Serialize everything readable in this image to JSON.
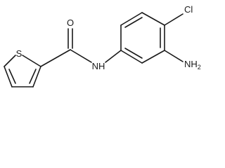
{
  "molecule": {
    "atoms": {
      "sulfur": "S",
      "oxygen": "O",
      "amide_nitrogen": "NH",
      "chlorine": "Cl",
      "amino_group": {
        "element": "NH",
        "subscript": "2"
      }
    },
    "colors": {
      "bonds": "#1a1a1a",
      "labels": "#1a1a1a",
      "background": "#ffffff"
    }
  }
}
